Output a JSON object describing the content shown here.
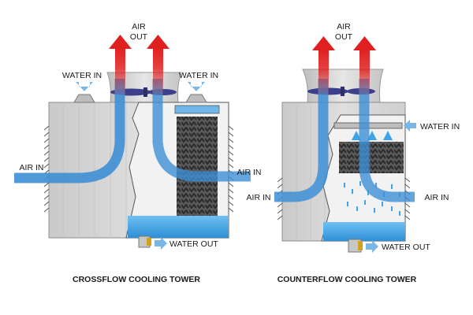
{
  "crossflow": {
    "caption": "CROSSFLOW COOLING TOWER",
    "air_out_line1": "AIR",
    "air_out_line2": "OUT",
    "water_in_left": "WATER IN",
    "water_in_right": "WATER IN",
    "air_in_left": "AIR IN",
    "air_in_right": "AIR IN",
    "water_out": "WATER OUT"
  },
  "counterflow": {
    "caption": "COUNTERFLOW COOLING TOWER",
    "air_out_line1": "AIR",
    "air_out_line2": "OUT",
    "water_in": "WATER IN",
    "air_in_left": "AIR IN",
    "air_in_right": "AIR IN",
    "water_out": "WATER OUT"
  },
  "colors": {
    "housing": "#d4d4d4",
    "housing_edge": "#8c8c8c",
    "air_in_blue": "#3d8fd6",
    "air_out_red": "#e02020",
    "water": "#3fa3e8",
    "fill_media": "#4a4a4a",
    "fan": "#3b3f8c"
  }
}
